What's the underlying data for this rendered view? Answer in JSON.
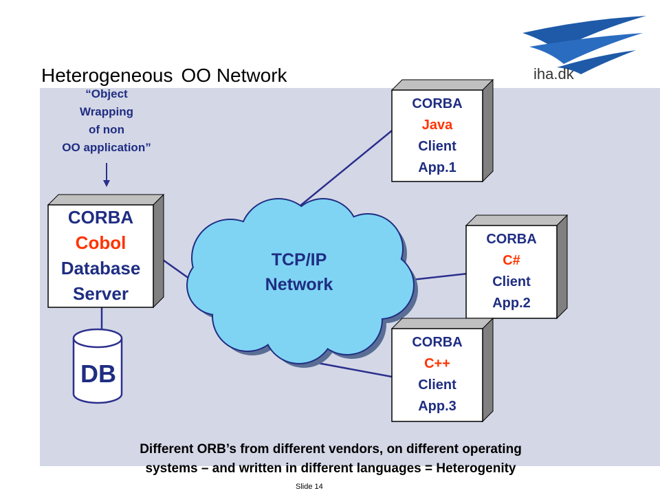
{
  "slide": {
    "title_word1": "Heterogeneous",
    "title_word2": "OO Network",
    "logo_text": "iha.dk",
    "note_lines": [
      "“Object",
      "Wrapping",
      "of non",
      "OO application”"
    ],
    "server": {
      "line1": "CORBA",
      "lang": "Cobol",
      "line3": "Database",
      "line4": "Server"
    },
    "db_label": "DB",
    "cloud": {
      "line1": "TCP/IP",
      "line2": "Network"
    },
    "clients": [
      {
        "line1": "CORBA",
        "lang": "Java",
        "line3": "Client",
        "line4": "App.1"
      },
      {
        "line1": "CORBA",
        "lang": "C#",
        "line3": "Client",
        "line4": "App.2"
      },
      {
        "line1": "CORBA",
        "lang": "C++",
        "line3": "Client",
        "line4": "App.3"
      }
    ],
    "bottom_line1": "Different ORB’s from different vendors, on different operating",
    "bottom_line2": "systems – and written in different languages  = Heterogenity",
    "slide_number": "Slide 14"
  },
  "colors": {
    "panel": "#d4d7e6",
    "text_blue": "#1f2d82",
    "lang_red": "#ff3300",
    "cloud_fill": "#7fd4f4",
    "box_shadow": "#808080"
  }
}
